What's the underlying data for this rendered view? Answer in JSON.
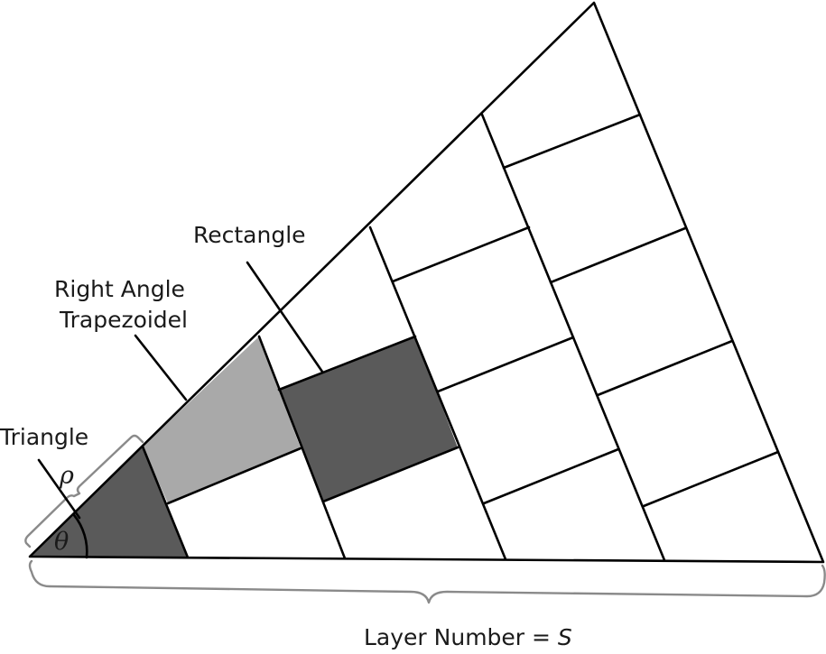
{
  "diagram": {
    "labels": {
      "triangle": "Triangle",
      "trapezoid_line1": "Right Angle",
      "trapezoid_line2": "Trapezoidel",
      "rectangle": "Rectangle",
      "rho": "ρ",
      "theta": "θ",
      "layer_number_prefix": "Layer Number = ",
      "layer_number_symbol": "S"
    },
    "colors": {
      "triangle_fill": "#5a5a5a",
      "trapezoid_fill": "#a9a9a9",
      "rectangle_fill": "#5a5a5a",
      "line": "#000000",
      "bracket": "#8a8a8a",
      "background": "#ffffff"
    }
  }
}
